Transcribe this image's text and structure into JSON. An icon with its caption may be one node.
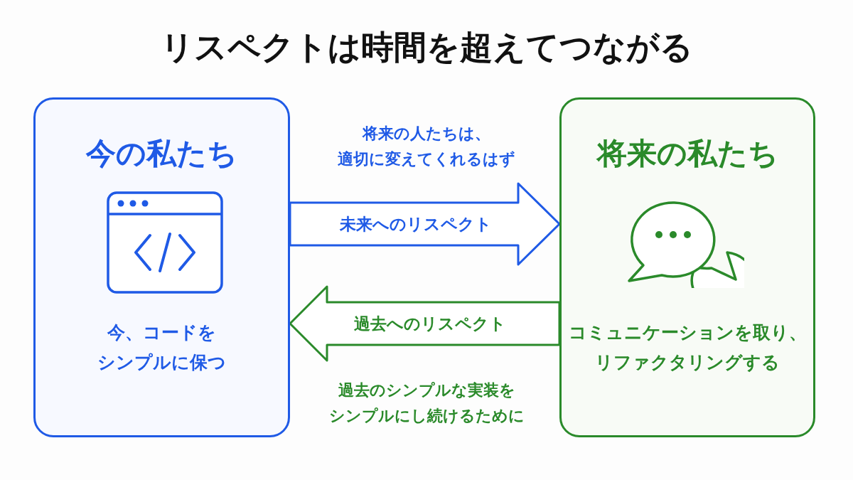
{
  "diagram": {
    "title": "リスペクトは時間を超えてつながる",
    "nodes": [
      {
        "text": [
          "今の私たち",
          "今、コードをシンプルに保つ"
        ]
      },
      {
        "text": [
          "将来の私たち",
          "コミュニケーションを取り、リファクタリングする"
        ]
      }
    ],
    "edges": [
      {
        "from": 0,
        "to": 1,
        "arrow": "to",
        "label": "未来へのリスペクト",
        "color": "#1f5ae6"
      },
      {
        "from": 1,
        "to": 0,
        "arrow": "to",
        "label": "過去へのリスペクト",
        "color": "#2a8a2a"
      }
    ],
    "labels": [
      "将来の人たちは、適切に変えてくれるはず",
      "過去のシンプルな実装をシンプルにし続けるために"
    ]
  }
}
